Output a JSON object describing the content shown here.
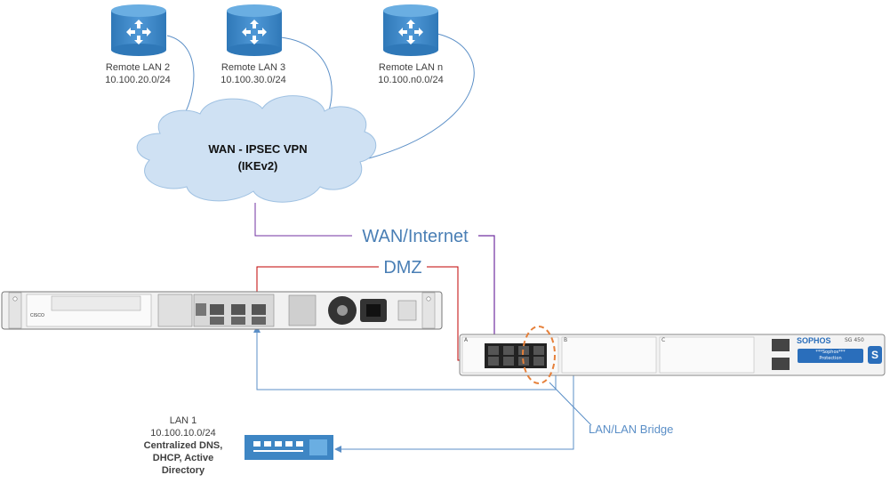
{
  "remote_lans": [
    {
      "name": "Remote LAN 2",
      "subnet": "10.100.20.0/24"
    },
    {
      "name": "Remote LAN 3",
      "subnet": "10.100.30.0/24"
    },
    {
      "name": "Remote LAN n",
      "subnet": "10.100.n0.0/24"
    }
  ],
  "cloud": {
    "line1": "WAN - IPSEC VPN",
    "line2": "(IKEv2)"
  },
  "links": {
    "wan": "WAN/Internet",
    "dmz": "DMZ",
    "bridge": "LAN/LAN Bridge"
  },
  "lan1": {
    "name": "LAN 1",
    "subnet": "10.100.10.0/24",
    "services": [
      "Centralized DNS,",
      "DHCP, Active",
      "Directory"
    ]
  },
  "cisco": {
    "brand": "CISCO"
  },
  "sophos": {
    "brand": "SOPHOS",
    "model": "SG 450",
    "display_line1": "***Sophos***",
    "display_line2": "Protection",
    "badge": "S",
    "slot_labels": [
      "A",
      "B",
      "C"
    ]
  },
  "colors": {
    "router_blue": "#3e86c4",
    "link_purple": "#7030a0",
    "link_red": "#c00000",
    "link_blue": "#5b8fc7",
    "cloud_fill": "#cfe1f3",
    "highlight_orange": "#e6803a",
    "sophos_blue": "#2a6ebb"
  },
  "icons": [
    "router-icon",
    "switch-icon",
    "cloud-icon"
  ]
}
